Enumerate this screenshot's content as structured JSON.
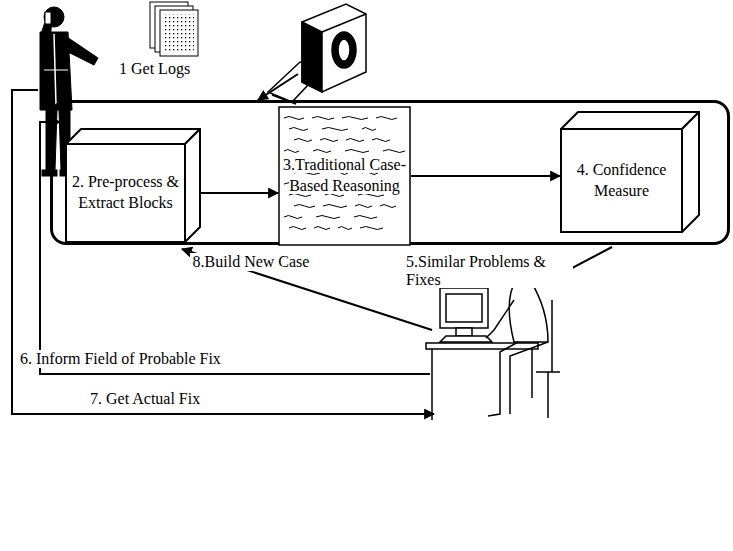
{
  "diagram": {
    "nodes": [
      {
        "text": []
      },
      {
        "text": [
          "2. Pre-process & Extract Blocks"
        ],
        "in": 0
      },
      {
        "text": [
          "3.Traditional Case-Based Reasoning"
        ],
        "in": 0
      },
      {
        "text": [
          "4. Confidence Measure"
        ],
        "in": 0
      }
    ],
    "edges": [
      {
        "from": 1,
        "to": 2,
        "arrow": "to"
      },
      {
        "from": 2,
        "to": 3,
        "arrow": "to"
      }
    ],
    "labels": [
      "1 Get Logs",
      "5.Similar Problems & Fixes",
      "8.Build New Case",
      "6. Inform Field of Probable Fix",
      "7. Get Actual Fix"
    ]
  }
}
